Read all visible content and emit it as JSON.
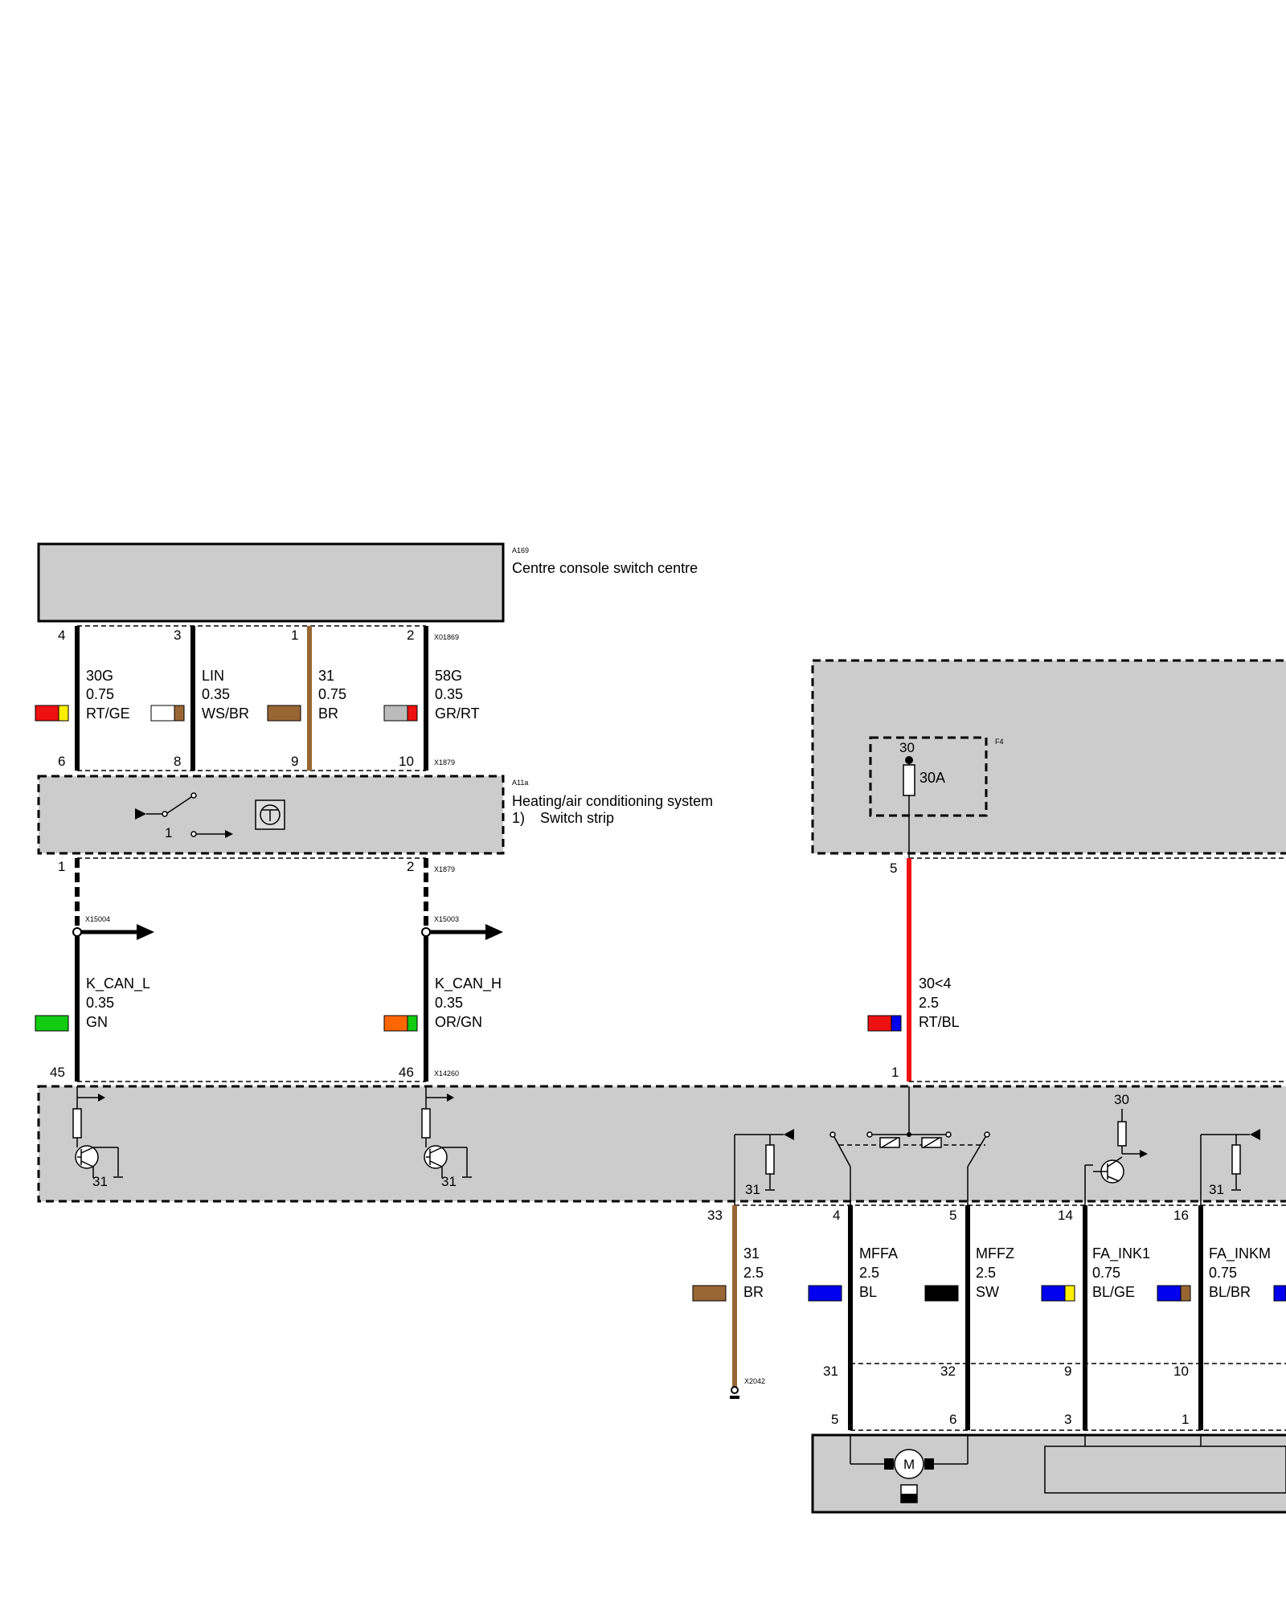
{
  "components": {
    "a169": {
      "ref": "A169",
      "name": "Centre console switch centre"
    },
    "a11a": {
      "ref": "A11a",
      "name": "Heating/air conditioning system",
      "note_num": "1)",
      "note_text": "Switch strip",
      "switch_label": "1"
    },
    "f4": {
      "ref": "F4",
      "terminal": "30",
      "rating": "30A"
    }
  },
  "connectors": {
    "x01869": "X01869",
    "x1879_top": "X1879",
    "x1879_bottom": "X1879",
    "x15004": "X15004",
    "x15003": "X15003",
    "x14260": "X14260",
    "x2042": "X2042"
  },
  "colors": {
    "RT": "#ee1111",
    "GE": "#ffee00",
    "WS": "#ffffff",
    "BR": "#996633",
    "GR": "#bbbbbb",
    "GN": "#11cc11",
    "OR": "#ff6600",
    "BL": "#0000ee",
    "SW": "#000000",
    "module_fill": "#cccccc"
  },
  "wires": [
    {
      "id": "w1",
      "pin_top": "4",
      "pin_bottom": "6",
      "signal": "30G",
      "size": "0.75",
      "color": "RT/GE"
    },
    {
      "id": "w2",
      "pin_top": "3",
      "pin_bottom": "8",
      "signal": "LIN",
      "size": "0.35",
      "color": "WS/BR"
    },
    {
      "id": "w3",
      "pin_top": "1",
      "pin_bottom": "9",
      "signal": "31",
      "size": "0.75",
      "color": "BR"
    },
    {
      "id": "w4",
      "pin_top": "2",
      "pin_bottom": "10",
      "signal": "58G",
      "size": "0.35",
      "color": "GR/RT"
    },
    {
      "id": "w5",
      "pin_top": "1",
      "pin_bottom": "45",
      "signal": "K_CAN_L",
      "size": "0.35",
      "color": "GN"
    },
    {
      "id": "w6",
      "pin_top": "2",
      "pin_bottom": "46",
      "signal": "K_CAN_H",
      "size": "0.35",
      "color": "OR/GN"
    },
    {
      "id": "w7",
      "pin_top": "5",
      "pin_bottom": "1",
      "signal": "30<4",
      "size": "2.5",
      "color": "RT/BL"
    },
    {
      "id": "w8",
      "pin_top": "33",
      "signal": "31",
      "size": "2.5",
      "color": "BR"
    },
    {
      "id": "w9",
      "pin_top": "4",
      "pin_mid": "31",
      "pin_bottom": "5",
      "signal": "MFFA",
      "size": "2.5",
      "color": "BL"
    },
    {
      "id": "w10",
      "pin_top": "5",
      "pin_mid": "32",
      "pin_bottom": "6",
      "signal": "MFFZ",
      "size": "2.5",
      "color": "SW"
    },
    {
      "id": "w11",
      "pin_top": "14",
      "pin_mid": "9",
      "pin_bottom": "3",
      "signal": "FA_INK1",
      "size": "0.75",
      "color": "BL/GE"
    },
    {
      "id": "w12",
      "pin_top": "16",
      "pin_mid": "10",
      "pin_bottom": "1",
      "signal": "FA_INKM",
      "size": "0.75",
      "color": "BL/BR"
    }
  ],
  "module_labels": {
    "gnd_can_l": "31",
    "gnd_can_h": "31",
    "gnd_33": "31",
    "terminal_30": "30",
    "gnd_16": "31"
  },
  "motor": {
    "symbol": "M"
  }
}
